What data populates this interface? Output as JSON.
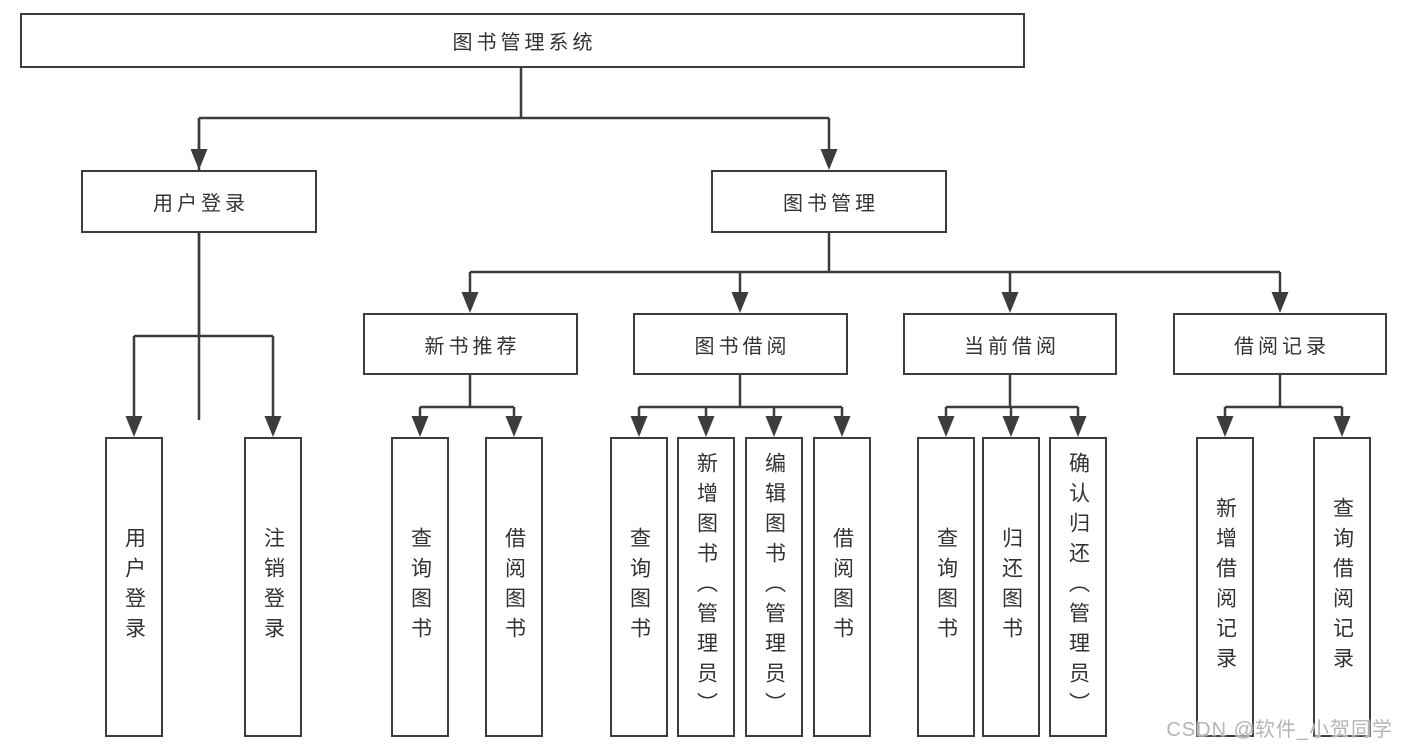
{
  "tree": {
    "root": "图书管理系统",
    "login": {
      "label": "用户登录",
      "children": [
        "用户登录",
        "注销登录"
      ]
    },
    "management": {
      "label": "图书管理",
      "groups": [
        {
          "label": "新书推荐",
          "children": [
            "查询图书",
            "借阅图书"
          ]
        },
        {
          "label": "图书借阅",
          "children": [
            "查询图书",
            "新增图书（管理员）",
            "编辑图书（管理员）",
            "借阅图书"
          ]
        },
        {
          "label": "当前借阅",
          "children": [
            "查询图书",
            "归还图书",
            "确认归还（管理员）"
          ]
        },
        {
          "label": "借阅记录",
          "children": [
            "新增借阅记录",
            "查询借阅记录"
          ]
        }
      ]
    }
  },
  "watermark": "CSDN @软件_小贺同学",
  "colors": {
    "line": "#3c3c3c",
    "text": "#333333",
    "watermark": "#b5b5b5",
    "box_background": "#ffffff",
    "page_background": "#ffffff"
  }
}
